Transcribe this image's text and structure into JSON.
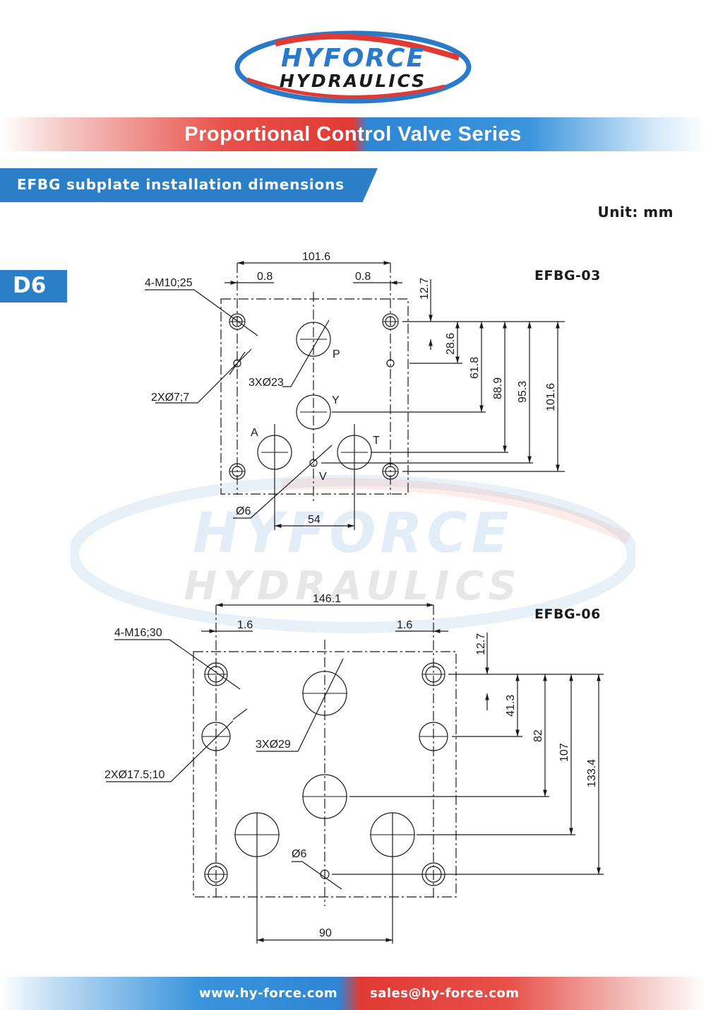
{
  "logo": {
    "line1": "HYFORCE",
    "line2": "HYDRAULICS",
    "colors": {
      "blue": "#2a7ac9",
      "red": "#e03a34"
    }
  },
  "header": {
    "series_title": "Proportional Control Valve Series"
  },
  "section": {
    "title": "EFBG subplate installation dimensions",
    "color": "#2b7fc6"
  },
  "unit": "Unit: mm",
  "page_tag": "D6",
  "watermark": {
    "line1": "HYFORCE",
    "line2": "HYDRAULICS"
  },
  "efbg03": {
    "model": "EFBG-03",
    "dims": {
      "width": "101.6",
      "offset_left": "0.8",
      "offset_right": "0.8",
      "d1": "12.7",
      "d2": "28.6",
      "d3": "61.8",
      "d4": "88.9",
      "d5": "95.3",
      "d6": "101.6",
      "bottom": "54"
    },
    "callouts": {
      "bolt": "4-M10;25",
      "pin": "2XØ7;7",
      "ports": "3XØ23",
      "small": "Ø6"
    },
    "ports": {
      "p": "P",
      "y": "Y",
      "a": "A",
      "t": "T",
      "v": "V"
    }
  },
  "efbg06": {
    "model": "EFBG-06",
    "dims": {
      "width": "146.1",
      "offset_left": "1.6",
      "offset_right": "1.6",
      "d1": "12.7",
      "d2": "41.3",
      "d3": "82",
      "d4": "107",
      "d5": "133.4",
      "bottom": "90"
    },
    "callouts": {
      "bolt": "4-M16;30",
      "pin": "2XØ17.5;10",
      "ports": "3XØ29",
      "small": "Ø6"
    }
  },
  "footer": {
    "website": "www.hy-force.com",
    "email": "sales@hy-force.com"
  }
}
